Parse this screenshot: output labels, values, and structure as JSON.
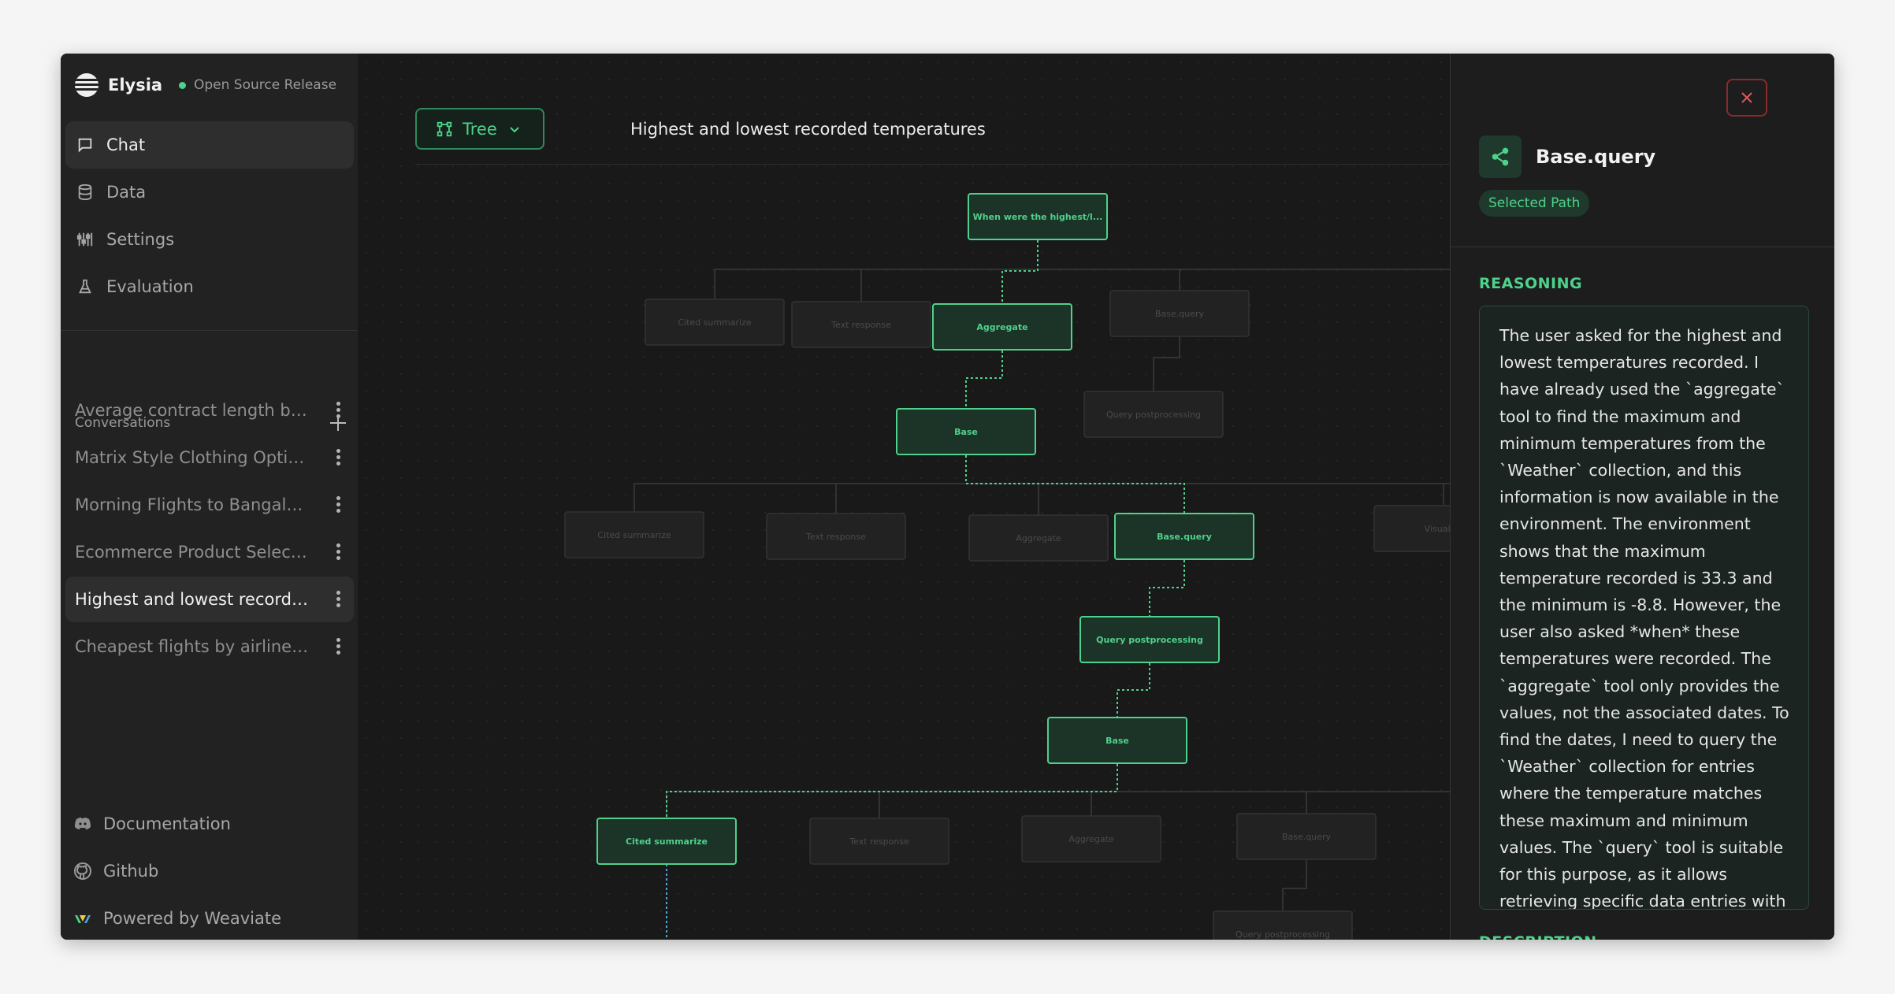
{
  "app": {
    "name": "Elysia",
    "release_label": "Open Source Release"
  },
  "nav": [
    {
      "label": "Chat",
      "icon": "chat-icon"
    },
    {
      "label": "Data",
      "icon": "database-icon"
    },
    {
      "label": "Settings",
      "icon": "sliders-icon"
    },
    {
      "label": "Evaluation",
      "icon": "flask-icon"
    }
  ],
  "conversations": {
    "header": "Conversations",
    "items": [
      {
        "label": "Average contract length by ..."
      },
      {
        "label": "Matrix Style Clothing Options"
      },
      {
        "label": "Morning Flights to Bangalore"
      },
      {
        "label": "Ecommerce Product Selecti..."
      },
      {
        "label": "Highest and lowest recorde..."
      },
      {
        "label": "Cheapest flights by airline a..."
      }
    ]
  },
  "footer": [
    {
      "label": "Documentation",
      "icon": "discord-icon"
    },
    {
      "label": "Github",
      "icon": "github-icon"
    },
    {
      "label": "Powered by Weaviate",
      "icon": "weaviate-icon"
    }
  ],
  "main": {
    "view_mode": "Tree",
    "title": "Highest and lowest recorded temperatures"
  },
  "tree": {
    "nodes": [
      {
        "label": "When were the highest/l...",
        "selected": true
      },
      {
        "label": "Cited summarize",
        "selected": false
      },
      {
        "label": "Text response",
        "selected": false
      },
      {
        "label": "Aggregate",
        "selected": true
      },
      {
        "label": "Base.query",
        "selected": false
      },
      {
        "label": "Base",
        "selected": true
      },
      {
        "label": "Query postprocessing",
        "selected": false
      },
      {
        "label": "Cited summarize",
        "selected": false
      },
      {
        "label": "Text response",
        "selected": false
      },
      {
        "label": "Aggregate",
        "selected": false
      },
      {
        "label": "Base.query",
        "selected": true
      },
      {
        "label": "Visualise",
        "selected": false
      },
      {
        "label": "Query postprocessing",
        "selected": true
      },
      {
        "label": "Base",
        "selected": true
      },
      {
        "label": "Cited summarize",
        "selected": true
      },
      {
        "label": "Text response",
        "selected": false
      },
      {
        "label": "Aggregate",
        "selected": false
      },
      {
        "label": "Base.query",
        "selected": false
      },
      {
        "label": "Query postprocessing",
        "selected": false
      }
    ]
  },
  "panel": {
    "node_title": "Base.query",
    "badge": "Selected Path",
    "reasoning_label": "REASONING",
    "reasoning_text": "The user asked for the highest and lowest temperatures recorded. I have already used the `aggregate` tool to find the maximum and minimum temperatures from the `Weather` collection, and this information is now available in the environment. The environment shows that the maximum temperature recorded is 33.3 and the minimum is -8.8. However, the user also asked *when* these temperatures were recorded. The `aggregate` tool only provides the values, not the associated dates. To find the dates, I need to query the `Weather` collection for entries where the temperature matches these maximum and minimum values. The `query` tool is suitable for this purpose, as it allows retrieving specific data entries with filters. I will use the `query` tool twice: once to find the date for the maximum temperature and once for the minimum temperature.",
    "description_label": "DESCRIPTION"
  },
  "colors": {
    "accent": "#4fd18b",
    "close": "#e05a5a",
    "background": "#1c1c1c"
  }
}
